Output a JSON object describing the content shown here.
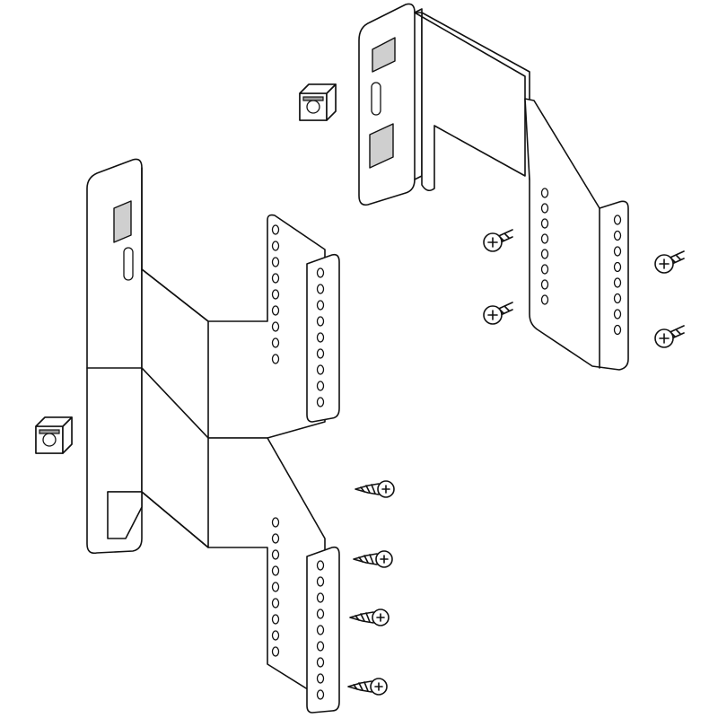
{
  "drawing": {
    "type": "exploded hardware diagram",
    "style": "black line art on white",
    "colors": {
      "line": "#111111",
      "shade": "#cfcfcf",
      "dark": "#9a9a9a",
      "background": "#ffffff"
    }
  },
  "parts": [
    {
      "id": "bracket-left",
      "kind": "bracket"
    },
    {
      "id": "bracket-right",
      "kind": "bracket"
    },
    {
      "id": "cage-nut-left",
      "kind": "cage-nut"
    },
    {
      "id": "cage-nut-right",
      "kind": "cage-nut"
    },
    {
      "id": "screws-right",
      "kind": "screw",
      "count": 4
    },
    {
      "id": "screws-left",
      "kind": "screw",
      "count": 4
    }
  ]
}
